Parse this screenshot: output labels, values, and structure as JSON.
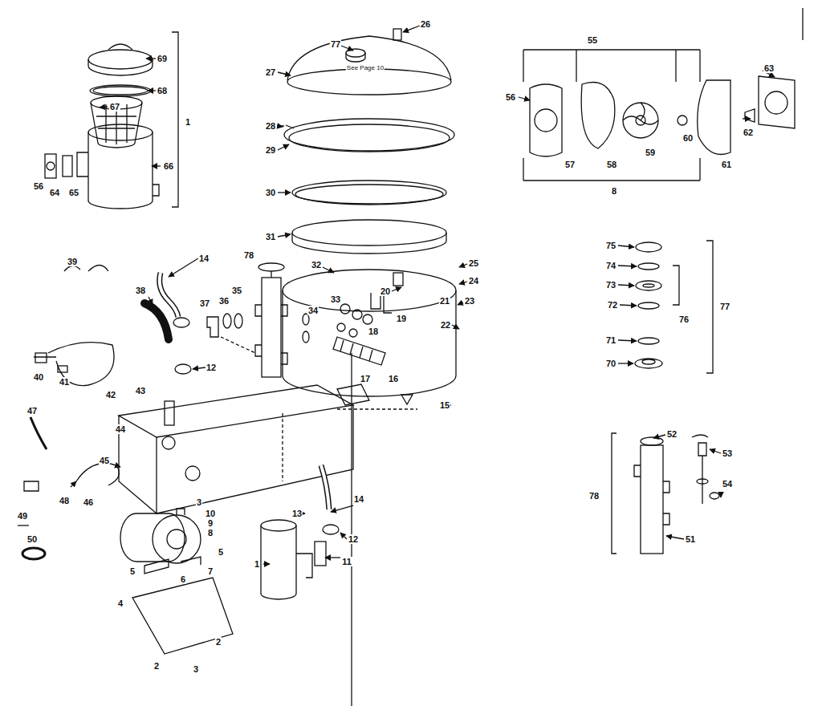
{
  "diagram": {
    "labels": [
      "69",
      "68",
      "67",
      "66",
      "1",
      "56",
      "64",
      "65",
      "26",
      "77",
      "See Page 10",
      "27",
      "28",
      "29",
      "30",
      "31",
      "32",
      "78",
      "20",
      "25",
      "24",
      "21",
      "23",
      "22",
      "33",
      "34",
      "18",
      "19",
      "17",
      "16",
      "15",
      "14",
      "35",
      "36",
      "37",
      "38",
      "39",
      "12",
      "40",
      "41",
      "42",
      "43",
      "44",
      "47",
      "45",
      "46",
      "48",
      "49",
      "50",
      "3",
      "10",
      "9",
      "8",
      "5",
      "6",
      "7",
      "5",
      "4",
      "2",
      "2",
      "3",
      "13",
      "14",
      "12",
      "11",
      "1",
      "55",
      "63",
      "56",
      "57",
      "58",
      "59",
      "60",
      "61",
      "62",
      "8",
      "75",
      "74",
      "73",
      "72",
      "76",
      "77",
      "71",
      "70",
      "52",
      "53",
      "78",
      "54",
      "51"
    ]
  }
}
